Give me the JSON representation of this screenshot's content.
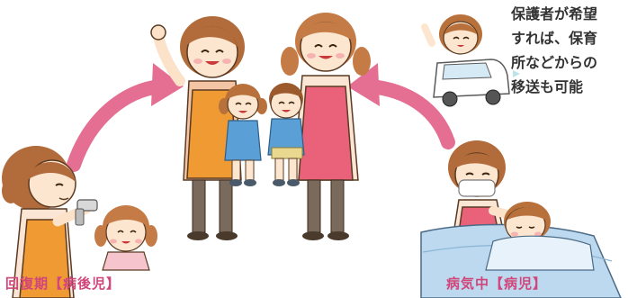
{
  "colors": {
    "arrow": "#e46f93",
    "label": "#d1457a",
    "note_text": "#333333"
  },
  "scene": {
    "left_label": "回復期【病後児】",
    "right_label": "病気中【病児】",
    "note_lines": [
      "保護者が希望",
      "すれば、保育",
      "所などからの",
      "移送も可能"
    ]
  }
}
